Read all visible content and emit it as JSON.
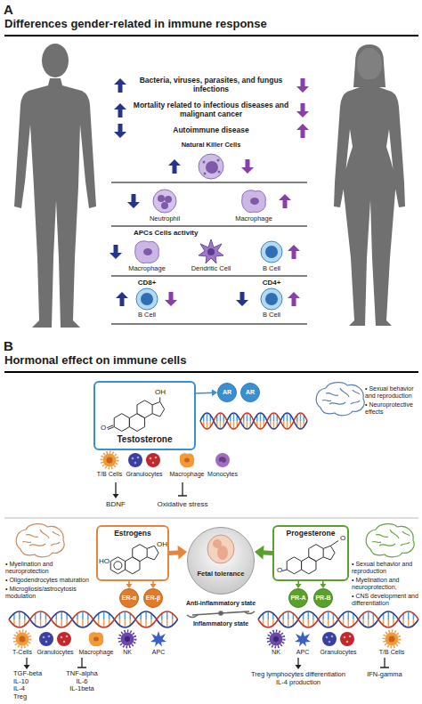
{
  "diagram": {
    "nodes": [
      {
        "text": [
          "Testosterone"
        ]
      },
      {
        "text": [
          "AR"
        ]
      },
      {
        "text": [
          "AR"
        ]
      },
      {
        "text": [
          "Estrogens"
        ]
      },
      {
        "text": [
          "ER-α"
        ]
      },
      {
        "text": [
          "ER-β"
        ]
      },
      {
        "text": [
          "Fetal tolerance"
        ]
      },
      {
        "text": [
          "Progesterone"
        ]
      },
      {
        "text": [
          "PR-A"
        ]
      },
      {
        "text": [
          "PR-B"
        ]
      }
    ],
    "edges": [
      {
        "from": 0,
        "to": 1,
        "arrow": "to"
      },
      {
        "from": 3,
        "to": 4,
        "arrow": "to"
      },
      {
        "from": 3,
        "to": 5,
        "arrow": "to"
      },
      {
        "from": 3,
        "to": 6,
        "arrow": "to"
      },
      {
        "from": 7,
        "to": 8,
        "arrow": "to"
      },
      {
        "from": 7,
        "to": 9,
        "arrow": "to"
      },
      {
        "from": 7,
        "to": 6,
        "arrow": "to"
      }
    ],
    "labels": [
      "A",
      "Differences gender-related in immune response",
      "Bacteria, viruses, parasites, and fungus infections",
      "Mortality related to infectious diseases and malignant cancer",
      "Autoimmune disease",
      "Natural Killer Cells",
      "Neutrophil",
      "Macrophage",
      "APCs Cells activity",
      "Macrophage",
      "Dendritic Cell",
      "B Cell",
      "CD8+",
      "CD4+",
      "B Cell",
      "B Cell",
      "B",
      "Hormonal effect on immune cells",
      "OH",
      "O",
      "• Sexual behavior and reproduction",
      "• Neuroprotective effects",
      "T/B Cells",
      "Granulocytes",
      "Macrophage",
      "Monocytes",
      "BDNF",
      "Oxidative stress",
      "• Myelination and neuroprotection",
      "• Oligodendrocytes maturation",
      "• Microgliosis/astrocytosis modulation",
      "OH",
      "HO",
      "Anti-inflammatory state",
      "Inflammatory state",
      "O",
      "O",
      "• Sexual behavior and reproduction",
      "• Myelination and neuroprotection,",
      "• CNS development and differentiation",
      "T-Cells",
      "Granulocytes",
      "Macrophage",
      "NK",
      "APC",
      "TGF-beta",
      "IL-10",
      "IL-4",
      "Treg",
      "TNF-alpha",
      "IL-6",
      "IL-1beta",
      "NK",
      "APC",
      "Granulocytes",
      "T/B Cells",
      "Treg lymphocytes differentiation",
      "IL-4 production",
      "IFN-gamma"
    ]
  }
}
